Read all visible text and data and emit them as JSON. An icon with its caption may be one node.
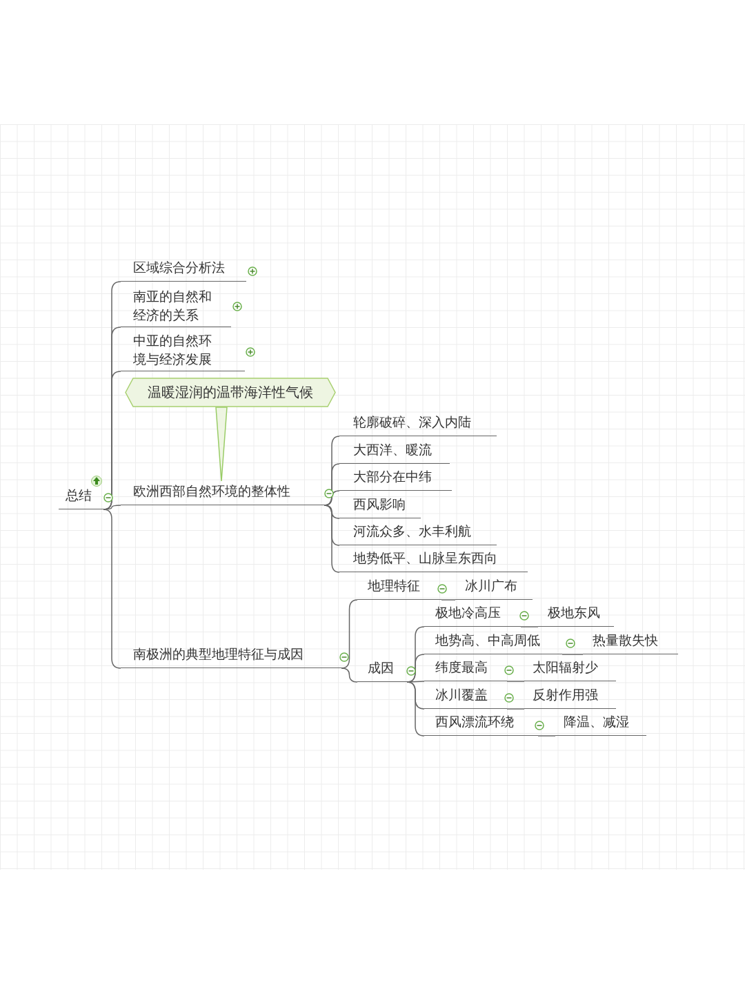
{
  "diagram": {
    "nodes": [
      {
        "text": [
          "总结"
        ]
      },
      {
        "text": [
          "区域综合分析法"
        ]
      },
      {
        "text": [
          "南亚的自然和经济的关系"
        ]
      },
      {
        "text": [
          "中亚的自然环境与经济发展"
        ]
      },
      {
        "text": [
          "欧洲西部自然环境的整体性"
        ]
      },
      {
        "text": [
          "温暖湿润的温带海洋性气候"
        ]
      },
      {
        "text": [
          "轮廓破碎、深入内陆"
        ]
      },
      {
        "text": [
          "大西洋、暖流"
        ]
      },
      {
        "text": [
          "大部分在中纬"
        ]
      },
      {
        "text": [
          "西风影响"
        ]
      },
      {
        "text": [
          "河流众多、水丰利航"
        ]
      },
      {
        "text": [
          "地势低平、山脉呈东西向"
        ]
      },
      {
        "text": [
          "南极洲的典型地理特征与成因"
        ]
      },
      {
        "text": [
          "地理特征"
        ]
      },
      {
        "text": [
          "冰川广布"
        ]
      },
      {
        "text": [
          "成因"
        ]
      },
      {
        "text": [
          "极地冷高压"
        ]
      },
      {
        "text": [
          "极地东风"
        ]
      },
      {
        "text": [
          "地势高、中高周低"
        ]
      },
      {
        "text": [
          "热量散失快"
        ]
      },
      {
        "text": [
          "纬度最高"
        ]
      },
      {
        "text": [
          "太阳辐射少"
        ]
      },
      {
        "text": [
          "冰川覆盖"
        ]
      },
      {
        "text": [
          "反射作用强"
        ]
      },
      {
        "text": [
          "西风漂流环绕"
        ]
      },
      {
        "text": [
          "降温、减湿"
        ]
      }
    ],
    "edges": [
      {
        "from": 0,
        "to": 1,
        "arrow": "none"
      },
      {
        "from": 0,
        "to": 2,
        "arrow": "none"
      },
      {
        "from": 0,
        "to": 3,
        "arrow": "none"
      },
      {
        "from": 0,
        "to": 4,
        "arrow": "none"
      },
      {
        "from": 0,
        "to": 12,
        "arrow": "none"
      },
      {
        "from": 5,
        "to": 4,
        "arrow": "none",
        "color": "#99cc66"
      },
      {
        "from": 4,
        "to": 6,
        "arrow": "none"
      },
      {
        "from": 4,
        "to": 7,
        "arrow": "none"
      },
      {
        "from": 4,
        "to": 8,
        "arrow": "none"
      },
      {
        "from": 4,
        "to": 9,
        "arrow": "none"
      },
      {
        "from": 4,
        "to": 10,
        "arrow": "none"
      },
      {
        "from": 4,
        "to": 11,
        "arrow": "none"
      },
      {
        "from": 12,
        "to": 13,
        "arrow": "none"
      },
      {
        "from": 12,
        "to": 15,
        "arrow": "none"
      },
      {
        "from": 13,
        "to": 14,
        "arrow": "none"
      },
      {
        "from": 15,
        "to": 16,
        "arrow": "none"
      },
      {
        "from": 15,
        "to": 18,
        "arrow": "none"
      },
      {
        "from": 15,
        "to": 20,
        "arrow": "none"
      },
      {
        "from": 15,
        "to": 22,
        "arrow": "none"
      },
      {
        "from": 15,
        "to": 24,
        "arrow": "none"
      },
      {
        "from": 16,
        "to": 17,
        "arrow": "none"
      },
      {
        "from": 18,
        "to": 19,
        "arrow": "none"
      },
      {
        "from": 20,
        "to": 21,
        "arrow": "none"
      },
      {
        "from": 22,
        "to": 23,
        "arrow": "none"
      },
      {
        "from": 24,
        "to": 25,
        "arrow": "none"
      }
    ]
  }
}
